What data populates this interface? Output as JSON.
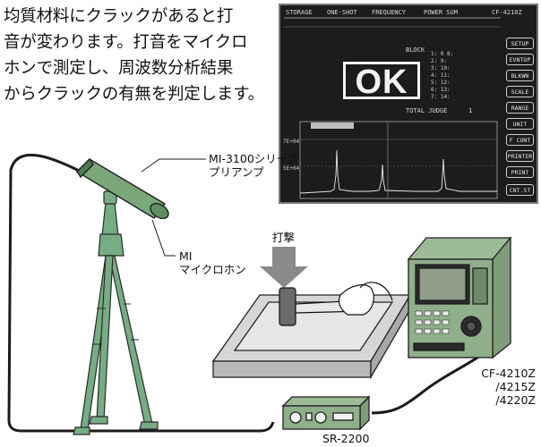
{
  "description": {
    "lines": [
      "均質材料にクラックがあると打",
      "音が変わります。打音をマイクロ",
      "ホンで測定し、周波数分析結果",
      "からクラックの有無を判定します。"
    ]
  },
  "screen": {
    "result": "OK",
    "top_row": [
      "STORAGE",
      "ONE-SHOT",
      "FREQUENCY",
      "POWER SUM",
      "CF-4210Z"
    ],
    "side_buttons": [
      "SETUP",
      "EVNTOP",
      "BLKWN",
      "SCALE",
      "RANGE",
      "UNIT",
      "F CONT",
      "PRINTER",
      "PRINT",
      "CNT.ST"
    ],
    "block_label": "BLOCK",
    "total_label": "TOTAL JUDGE",
    "total_value": "1"
  },
  "labels": {
    "preamp": [
      "MI-3100シリーズ",
      "プリアンプ"
    ],
    "mic": [
      "MI",
      "マイクロホン"
    ],
    "strike": "打撃",
    "analyzer": [
      "CF-4210Z",
      "/4215Z",
      "/4220Z"
    ],
    "amplifier": "SR-2200"
  },
  "colors": {
    "preamp": "#7aa878",
    "tripod": "#76ad84",
    "analyzer": "#8faf8a",
    "arrow": "#8a8a8a"
  }
}
